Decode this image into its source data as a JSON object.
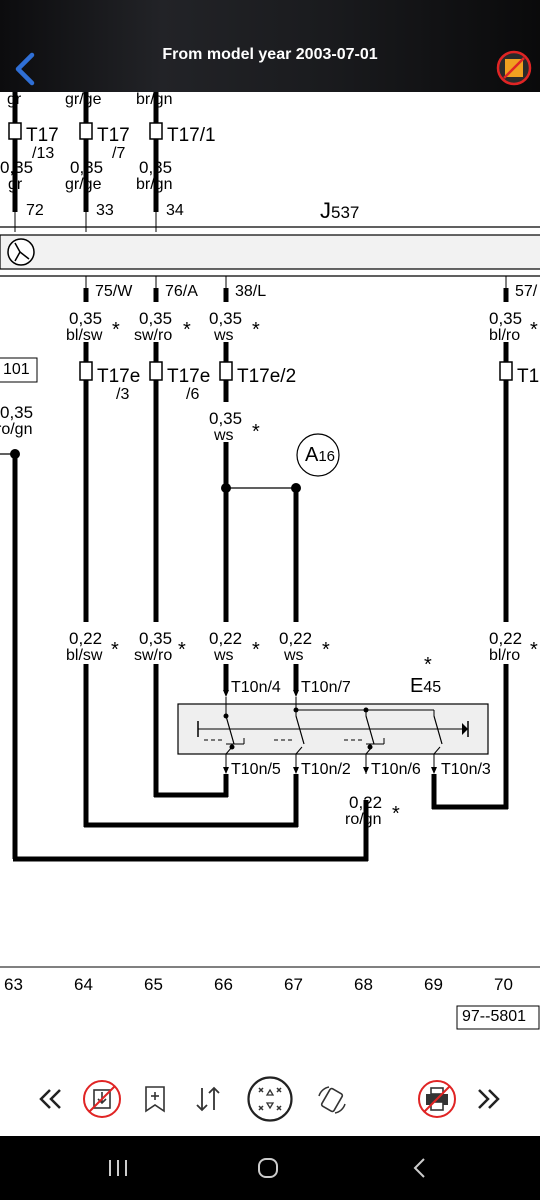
{
  "header": {
    "title": "From model year 2003-07-01"
  },
  "diagram": {
    "module": "J",
    "module_num": "537",
    "component": "E",
    "component_num": "45",
    "component_star": "*",
    "location": "A",
    "location_num": "16",
    "ref_box": "101",
    "doc_id": "97--5801",
    "top_wire_colors": [
      "gr",
      "gr/ge",
      "br/gn"
    ],
    "top_connectors": [
      {
        "name": "T17",
        "pin": "/13"
      },
      {
        "name": "T17",
        "pin": "/7"
      },
      {
        "name": "T17/1",
        "pin": ""
      }
    ],
    "top_wire_size": "0,35",
    "pins_top": [
      "72",
      "33",
      "34"
    ],
    "module_outputs": [
      "75/W",
      "76/A",
      "38/L",
      "57/"
    ],
    "mid_wires": [
      {
        "size": "0,35",
        "color": "bl/sw",
        "star": "*"
      },
      {
        "size": "0,35",
        "color": "sw/ro",
        "star": "*"
      },
      {
        "size": "0,35",
        "color": "ws",
        "star": "*"
      },
      {
        "size": "0,35",
        "color": "bl/ro",
        "star": "*"
      }
    ],
    "mid_connectors": [
      {
        "name": "T17e",
        "pin": "/3"
      },
      {
        "name": "T17e",
        "pin": "/6"
      },
      {
        "name": "T17e/2",
        "pin": ""
      },
      {
        "name": "T1",
        "pin": ""
      }
    ],
    "left_wire": {
      "size": "0,35",
      "color": "ro/gn"
    },
    "ws_wire": {
      "size": "0,35",
      "color": "ws",
      "star": "*"
    },
    "bottom_wires": [
      {
        "size": "0,22",
        "color": "bl/sw",
        "star": "*"
      },
      {
        "size": "0,35",
        "color": "sw/ro",
        "star": "*"
      },
      {
        "size": "0,22",
        "color": "ws",
        "star": "*"
      },
      {
        "size": "0,22",
        "color": "ws",
        "star": "*"
      },
      {
        "size": "0,22",
        "color": "bl/ro",
        "star": "*"
      }
    ],
    "switch_pins_top": [
      "T10n/4",
      "T10n/7"
    ],
    "switch_pins_bottom": [
      "T10n/5",
      "T10n/2",
      "T10n/6",
      "T10n/3"
    ],
    "return_wire": {
      "size": "0,22",
      "color": "ro/gn",
      "star": "*"
    },
    "column_numbers": [
      "63",
      "64",
      "65",
      "66",
      "67",
      "68",
      "69",
      "70"
    ]
  },
  "toolbar": {
    "items": [
      "previous-page-icon",
      "no-download-icon",
      "add-bookmark-icon",
      "sort-icon",
      "fit-screen-icon",
      "rotate-icon",
      "no-print-icon",
      "next-page-icon"
    ]
  },
  "colors": {
    "header_bg": "#1a1b1e",
    "back_arrow": "#2f6fd6",
    "disabled_red": "#e02424",
    "badge_orange": "#f0a020"
  }
}
